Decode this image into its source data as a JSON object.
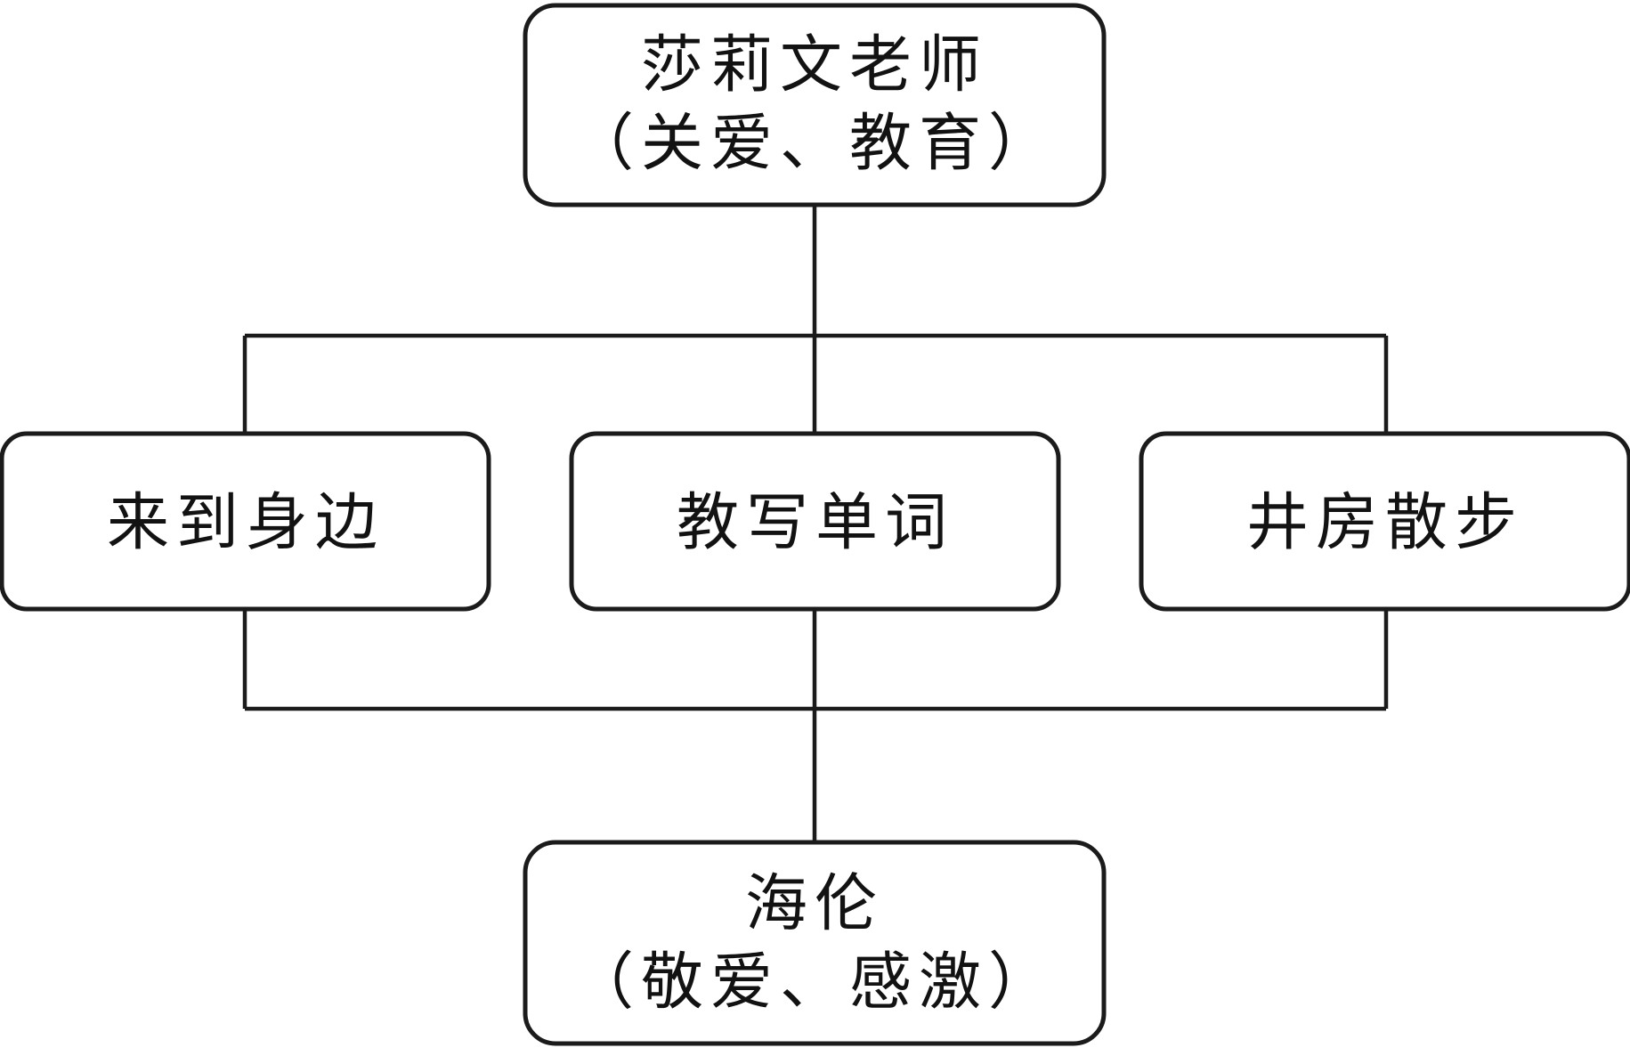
{
  "colors": {
    "background": "#ffffff",
    "line": "#1b1b1b",
    "text": "#121212",
    "node_fill": "#ffffff"
  },
  "nodes": {
    "teacher": {
      "line1": "莎莉文老师",
      "line2": "（关爱、教育）"
    },
    "arrive": {
      "label": "来到身边"
    },
    "teach_words": {
      "label": "教写单词"
    },
    "well_walk": {
      "label": "井房散步"
    },
    "helen": {
      "line1": "海伦",
      "line2": "（敬爱、感激）"
    }
  },
  "edges": [
    {
      "from": "teacher",
      "to": "arrive"
    },
    {
      "from": "teacher",
      "to": "teach_words"
    },
    {
      "from": "teacher",
      "to": "well_walk"
    },
    {
      "from": "arrive",
      "to": "helen"
    },
    {
      "from": "teach_words",
      "to": "helen"
    },
    {
      "from": "well_walk",
      "to": "helen"
    }
  ]
}
